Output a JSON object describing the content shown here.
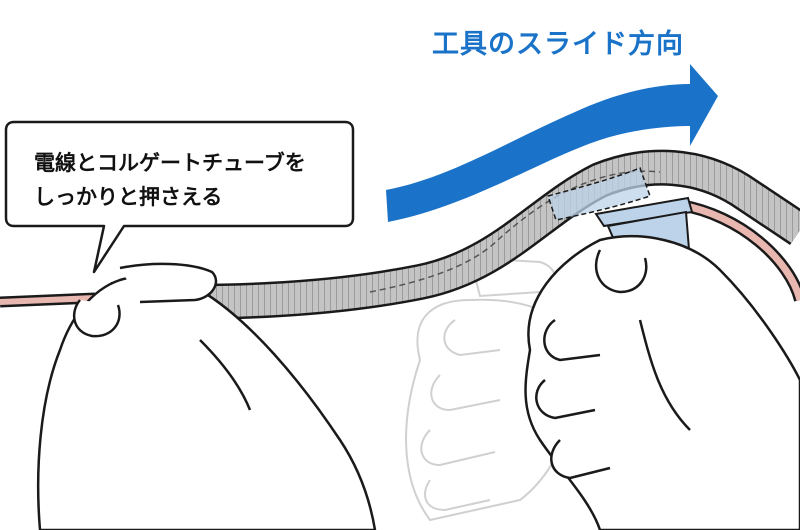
{
  "labels": {
    "slide_direction": "工具のスライド方向",
    "callout_line1": "電線とコルゲートチューブを",
    "callout_line2": "しっかりと押さえる"
  },
  "colors": {
    "arrow_blue": "#1a73c8",
    "tube_gray": "#b9b9b9",
    "wire_pink": "#e8b8b0",
    "tool_light_blue": "#bcd3ea",
    "outline": "#1a1a1a",
    "ghost_outline": "#d0d0d0"
  },
  "icons": {
    "arrow": "slide-direction-arrow-icon",
    "left_hand": "left-hand-icon",
    "right_hand": "right-hand-icon",
    "ghost_hand": "ghost-hand-icon",
    "tool": "slider-tool-icon"
  }
}
